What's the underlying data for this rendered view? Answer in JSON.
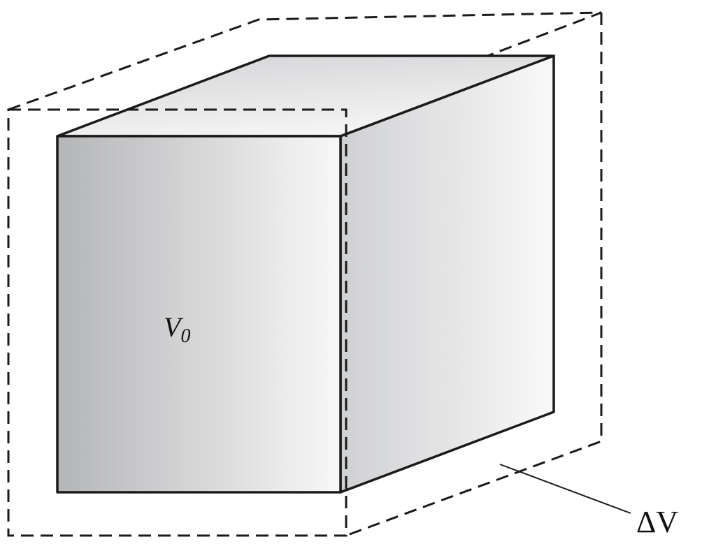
{
  "labels": {
    "initial_volume": "V",
    "initial_volume_subscript": "0",
    "volume_change": "ΔV"
  },
  "colors": {
    "stroke": "#1a1a1a",
    "shade_dark": "#b4b5b7",
    "shade_light": "#f7f7f7"
  }
}
